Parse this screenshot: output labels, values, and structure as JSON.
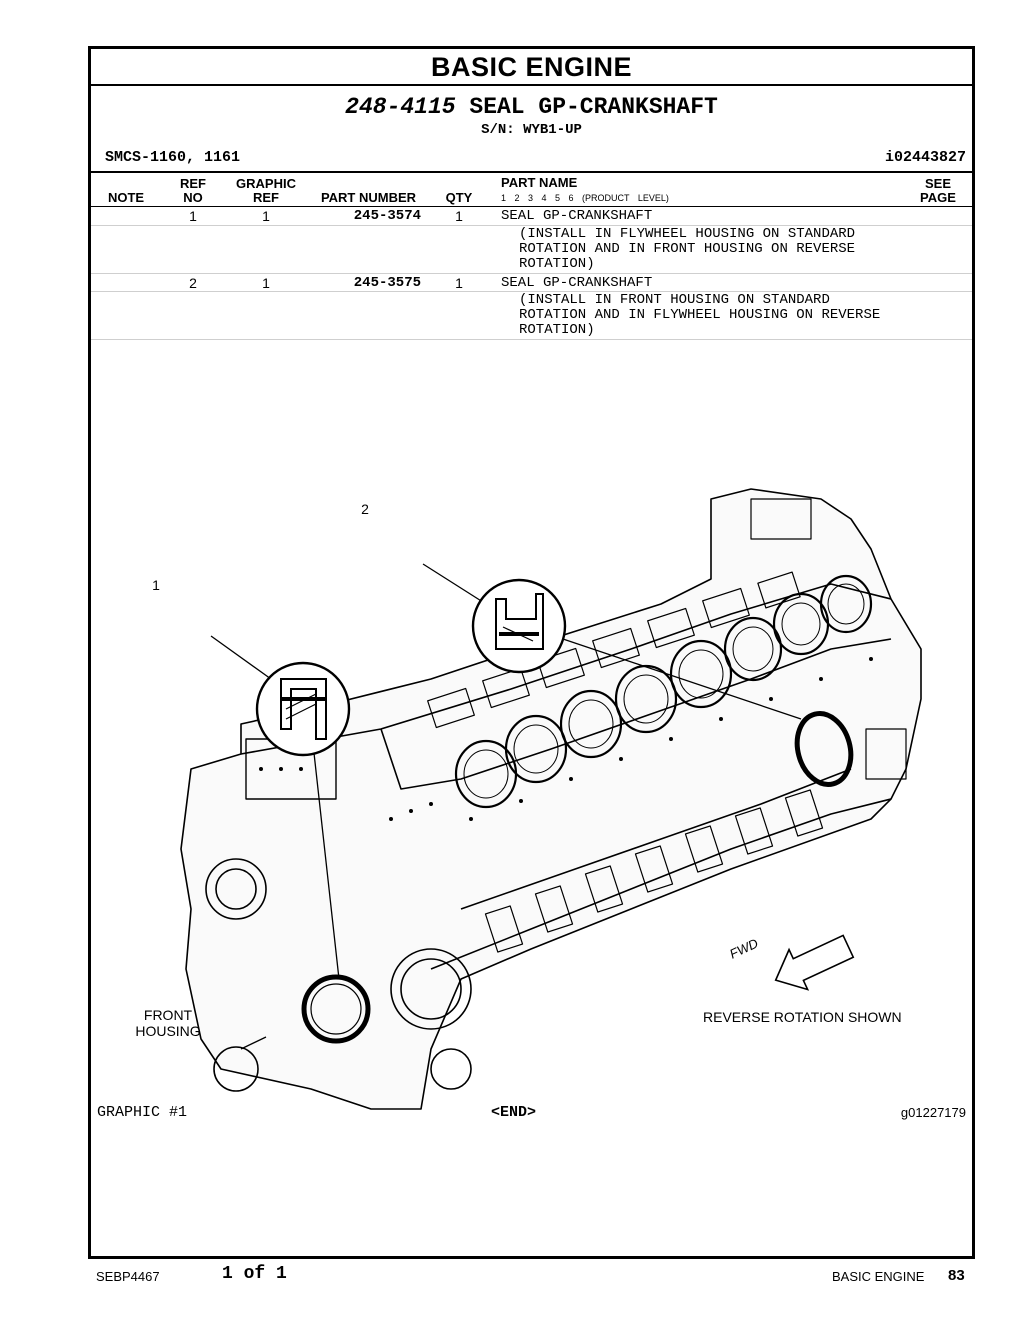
{
  "document": {
    "section_title": "BASIC ENGINE",
    "group_number": "248-4115",
    "group_name": "SEAL GP-CRANKSHAFT",
    "serial_range": "S/N: WYB1-UP",
    "smcs": "SMCS-1160, 1161",
    "info_id": "i02443827"
  },
  "table": {
    "headers": {
      "note": "NOTE",
      "ref_top": "REF",
      "ref_bottom": "NO",
      "graphic_top": "GRAPHIC",
      "graphic_bottom": "REF",
      "part_number": "PART NUMBER",
      "qty": "QTY",
      "part_name": "PART NAME",
      "levels": "1 2 3 4 5 6 (PRODUCT LEVEL)",
      "see_top": "SEE",
      "see_bottom": "PAGE"
    },
    "rows": [
      {
        "ref_no": "1",
        "graphic_ref": "1",
        "part_number": "245-3574",
        "qty": "1",
        "part_name": "SEAL GP-CRANKSHAFT",
        "note_lines": [
          "(INSTALL IN FLYWHEEL HOUSING ON STANDARD",
          "ROTATION AND IN FRONT HOUSING ON REVERSE",
          "ROTATION)"
        ]
      },
      {
        "ref_no": "2",
        "graphic_ref": "1",
        "part_number": "245-3575",
        "qty": "1",
        "part_name": "SEAL GP-CRANKSHAFT",
        "note_lines": [
          "(INSTALL IN FRONT HOUSING ON STANDARD",
          "ROTATION AND IN FLYWHEEL HOUSING ON REVERSE",
          "ROTATION)"
        ]
      }
    ]
  },
  "illustration": {
    "callout_1": "1",
    "callout_2": "2",
    "front_housing_line1": "FRONT",
    "front_housing_line2": "HOUSING",
    "fwd_arrow": "FWD",
    "rotation_note": "REVERSE ROTATION SHOWN"
  },
  "graphic_footer": {
    "graphic_label": "GRAPHIC #1",
    "end_marker": "<END>",
    "graphic_id": "g01227179"
  },
  "page_footer": {
    "publication": "SEBP4467",
    "page_of": "1 of 1",
    "section": "BASIC ENGINE",
    "page_number": "83"
  }
}
